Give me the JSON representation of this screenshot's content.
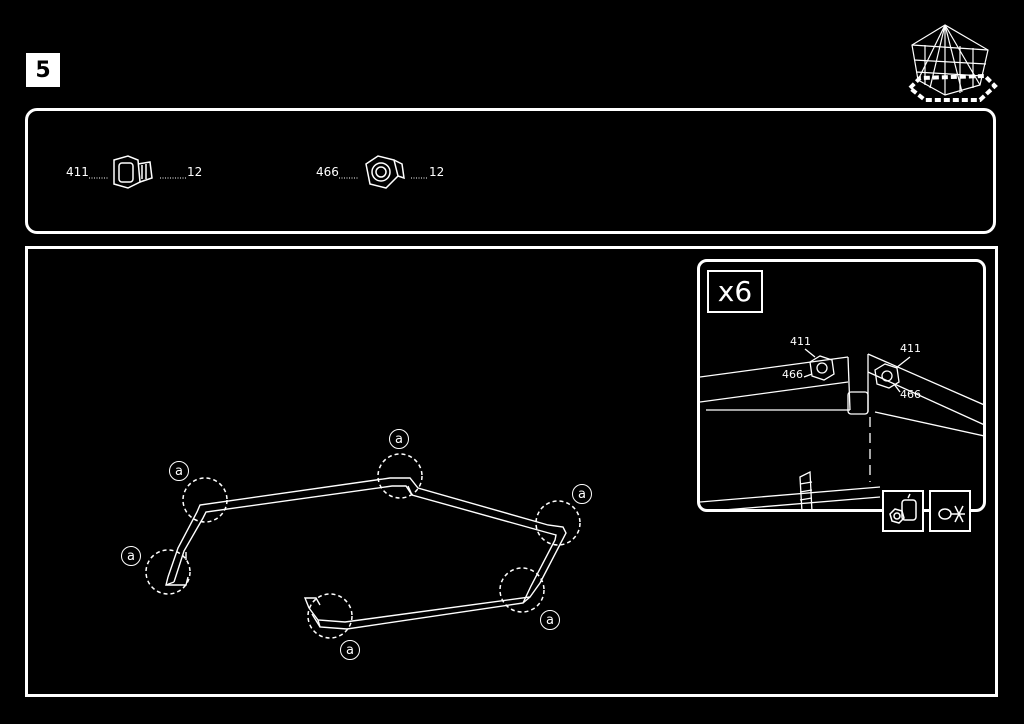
{
  "step": {
    "number": "5"
  },
  "parts": [
    {
      "id": "411",
      "qty": "12",
      "type": "bolt"
    },
    {
      "id": "466",
      "qty": "12",
      "type": "nut"
    }
  ],
  "detail": {
    "multiplier": "x6",
    "labels": {
      "bolt_left": "411",
      "bolt_right": "411",
      "nut_left": "466",
      "nut_right": "466"
    }
  },
  "callout_letter": "a",
  "icons": [
    "gazebo-overview-icon",
    "bolt-icon",
    "nut-icon",
    "wrench-tool-icon",
    "screwdriver-tool-icon"
  ]
}
